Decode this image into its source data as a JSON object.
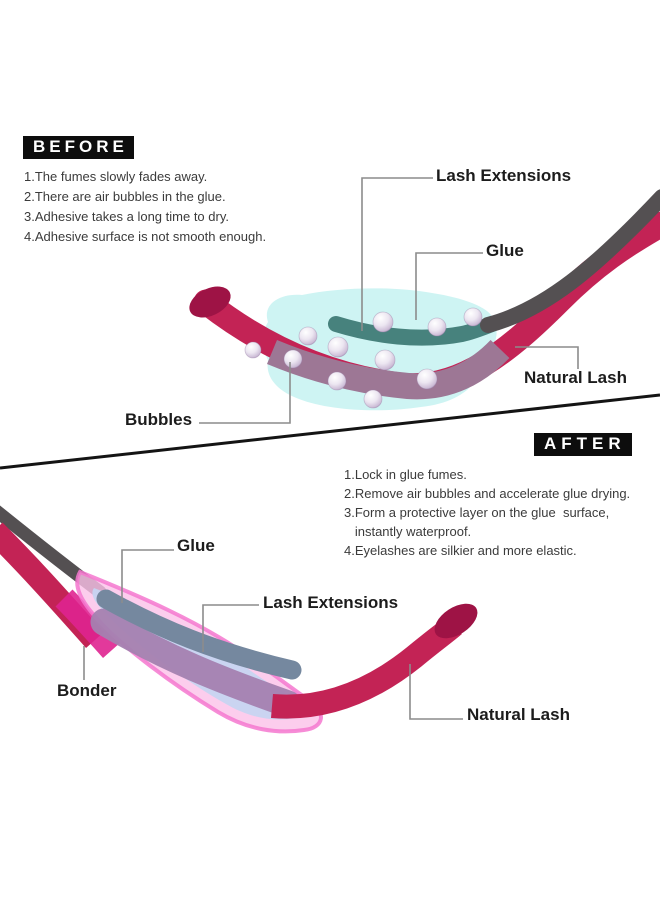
{
  "before": {
    "heading": "BEFORE",
    "points": [
      "1.The fumes slowly fades away.",
      "2.There are air bubbles in the glue.",
      "3.Adhesive takes a long time to dry.",
      "4.Adhesive surface is not smooth enough."
    ],
    "labels": {
      "lash_extensions": "Lash Extensions",
      "glue": "Glue",
      "natural_lash": "Natural Lash",
      "bubbles": "Bubbles"
    }
  },
  "after": {
    "heading": "AFTER",
    "points": [
      "1.Lock in glue fumes.",
      "2.Remove air bubbles and accelerate glue drying.",
      "3.Form a protective layer on the glue  surface,",
      "   instantly waterproof.",
      "4.Eyelashes are silkier and more elastic."
    ],
    "labels": {
      "glue": "Glue",
      "lash_extensions": "Lash Extensions",
      "bonder": "Bonder",
      "natural_lash": "Natural Lash"
    }
  },
  "colors": {
    "heading_bg": "#0d0d0d",
    "heading_text": "#ffffff",
    "body_text": "#3b3b3b",
    "label_text": "#1c1c1c",
    "natural_lash_crimson": "#c32355",
    "lash_cap_dark": "#9e1345",
    "extension_gray": "#545052",
    "glue_teal": "#47827d",
    "glue_halo_cyan": "#cbf3f2",
    "glued_lash_mauve": "#9d7795",
    "bubble_rim": "#a88fb5",
    "bonder_pink_edge": "#f478cf",
    "bonder_pink_fill": "#fbc0e9",
    "glue_lavender": "#c7d4f1",
    "extension_blue_gray": "#75889f",
    "lash_under_glue_purple": "#a481b0",
    "lash_magenta": "#df2490",
    "leader_line": "#8c8c8c",
    "divider": "#141414"
  }
}
